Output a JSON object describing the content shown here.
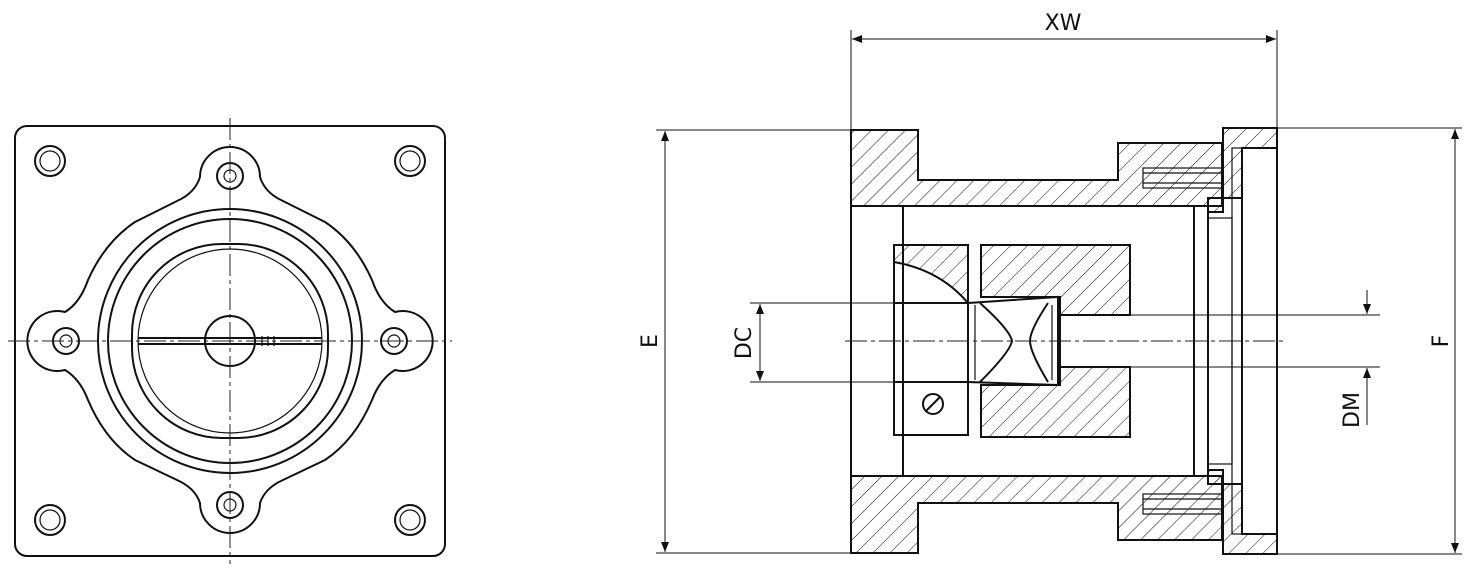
{
  "dimensions": {
    "xw": "XW",
    "e": "E",
    "dc": "DC",
    "f": "F",
    "dm": "DM"
  },
  "colors": {
    "line": "#111111",
    "background": "#ffffff"
  }
}
